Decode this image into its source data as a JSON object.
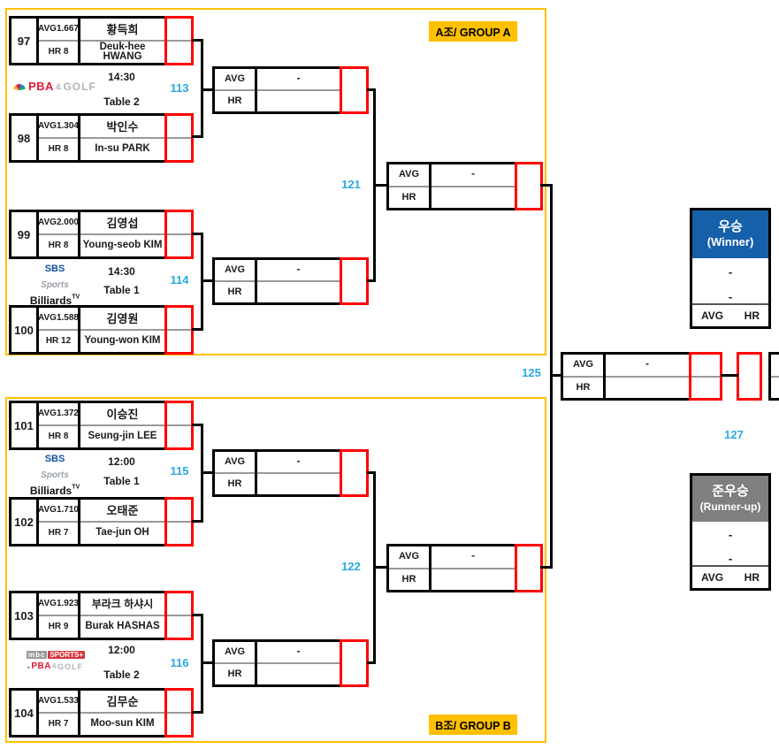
{
  "groups": {
    "a_label": "A조/ GROUP A",
    "b_label": "B조/ GROUP B"
  },
  "labels": {
    "avg": "AVG",
    "hr": "HR",
    "dash": "-"
  },
  "bracket_numbers": {
    "m113": "113",
    "m114": "114",
    "m115": "115",
    "m116": "116",
    "m121": "121",
    "m122": "122",
    "m125": "125",
    "m127": "127"
  },
  "pairs": [
    {
      "time": "14:30",
      "table": "Table 2",
      "broadcaster": "PBA & GOLF",
      "top": {
        "no": "97",
        "avg": "AVG1.667",
        "hr": "HR 8",
        "name_kr": "황득희",
        "name_en": "Deuk-hee HWANG"
      },
      "bottom": {
        "no": "98",
        "avg": "AVG1.304",
        "hr": "HR 8",
        "name_kr": "박인수",
        "name_en": "In-su PARK"
      }
    },
    {
      "time": "14:30",
      "table": "Table 1",
      "broadcaster": "SBS Sports Billiards TV",
      "top": {
        "no": "99",
        "avg": "AVG2.000",
        "hr": "HR 8",
        "name_kr": "김영섭",
        "name_en": "Young-seob KIM"
      },
      "bottom": {
        "no": "100",
        "avg": "AVG1.588",
        "hr": "HR 12",
        "name_kr": "김영원",
        "name_en": "Young-won KIM"
      }
    },
    {
      "time": "12:00",
      "table": "Table 1",
      "broadcaster": "SBS Sports Billiards TV",
      "top": {
        "no": "101",
        "avg": "AVG1.372",
        "hr": "HR 8",
        "name_kr": "이승진",
        "name_en": "Seung-jin LEE"
      },
      "bottom": {
        "no": "102",
        "avg": "AVG1.710",
        "hr": "HR 7",
        "name_kr": "오태준",
        "name_en": "Tae-jun OH"
      }
    },
    {
      "time": "12:00",
      "table": "Table 2",
      "broadcaster": "MBC SPORTS+ / PBA & GOLF",
      "top": {
        "no": "103",
        "avg": "AVG1.923",
        "hr": "HR 9",
        "name_kr": "부라크 하샤시",
        "name_en": "Burak HASHAS"
      },
      "bottom": {
        "no": "104",
        "avg": "AVG1.533",
        "hr": "HR 7",
        "name_kr": "김무순",
        "name_en": "Moo-sun KIM"
      }
    }
  ],
  "logos": {
    "pba_golf": {
      "pba": "PBA",
      "amp": "&",
      "golf": "GOLF"
    },
    "sbs": {
      "sbs": "SBS",
      "sports": "Sports",
      "billiards": "Billiards",
      "tv": "TV"
    },
    "mbc": {
      "mbc": "mbc",
      "sports_plus": "SPORTS+"
    }
  },
  "winner": {
    "title_kr": "우승",
    "title_en": "(Winner)",
    "name_placeholder": "-",
    "score_placeholder": "-",
    "avg_label": "AVG",
    "hr_label": "HR"
  },
  "runner_up": {
    "title_kr": "준우승",
    "title_en": "(Runner-up)",
    "name_placeholder": "-",
    "score_placeholder": "-",
    "avg_label": "AVG",
    "hr_label": "HR"
  },
  "colors": {
    "accent_cyan": "#29A9E2",
    "tab_red": "#FF0000",
    "group_yellow": "#FFC000",
    "winner_blue": "#1560A8",
    "runner_gray": "#7F7F7F"
  }
}
